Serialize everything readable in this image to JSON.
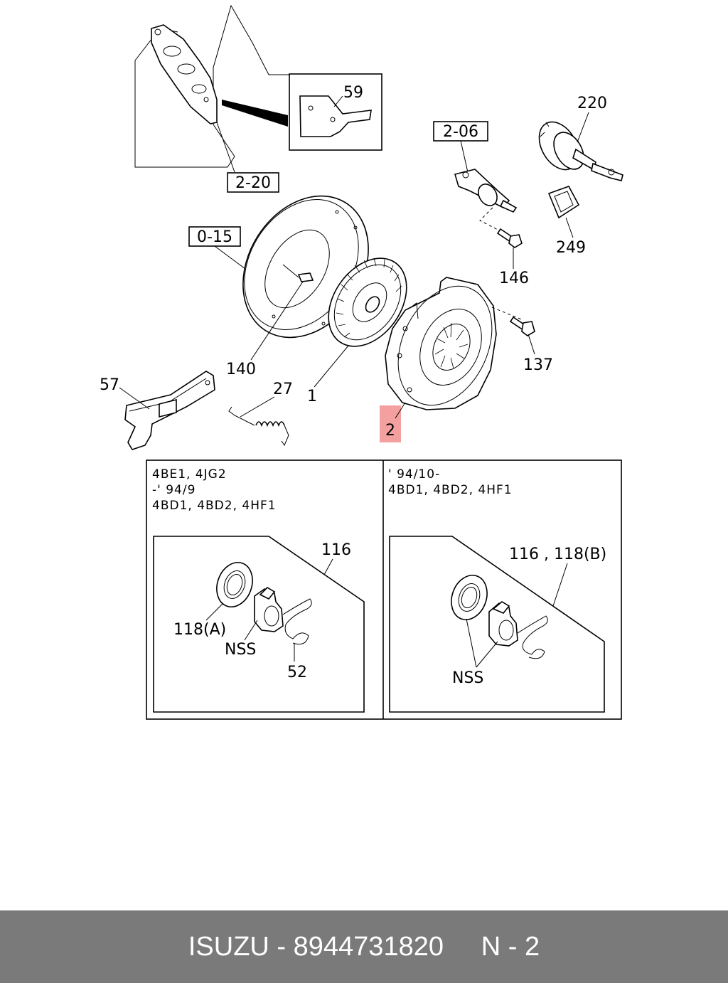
{
  "callouts": {
    "c59": "59",
    "c2_20": "2-20",
    "c2_06": "2-06",
    "c220": "220",
    "c0_15": "0-15",
    "c249": "249",
    "c146": "146",
    "c140": "140",
    "c1": "1",
    "c137": "137",
    "c57": "57",
    "c27": "27",
    "c2": "2"
  },
  "highlight_color": "#f4a0a0",
  "variants": {
    "left": {
      "lines": [
        "4BE1, 4JG2",
        "-' 94/9",
        "4BD1, 4BD2, 4HF1"
      ],
      "c116": "116",
      "c118a": "118(A)",
      "nss": "NSS",
      "c52": "52"
    },
    "right": {
      "lines": [
        "' 94/10-",
        "4BD1, 4BD2, 4HF1"
      ],
      "c116_118b": "116 , 118(B)",
      "nss": "NSS"
    }
  },
  "footer": {
    "brand": "ISUZU",
    "sep": " - ",
    "part_number": "8944731820",
    "page": "N - 2"
  }
}
